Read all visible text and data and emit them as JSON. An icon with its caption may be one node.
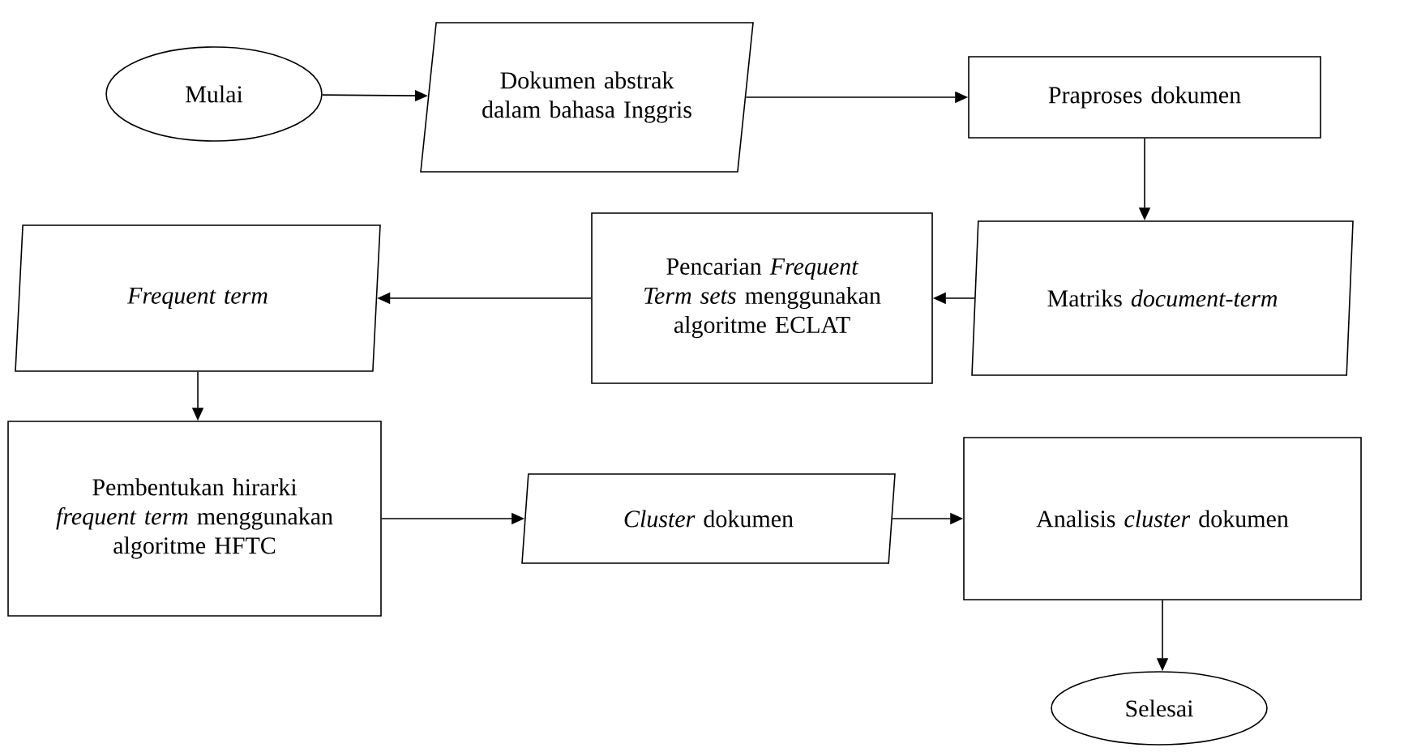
{
  "diagram": {
    "nodes": [
      {
        "text": [
          "Mulai"
        ]
      },
      {
        "text": [
          "Dokumen abstrak dalam bahasa Inggris"
        ]
      },
      {
        "text": [
          "Praproses dokumen"
        ]
      },
      {
        "text": [
          "Matriks *document-term*"
        ]
      },
      {
        "text": [
          "Pencarian *Frequent Term sets* menggunakan algoritme ECLAT"
        ]
      },
      {
        "text": [
          "Frequent term"
        ]
      },
      {
        "text": [
          "Pembentukan hirarki *frequent term* menggunakan algoritme HFTC"
        ]
      },
      {
        "text": [
          "*Cluster* dokumen"
        ]
      },
      {
        "text": [
          "Analisis *cluster* dokumen"
        ]
      },
      {
        "text": [
          "Selesai"
        ]
      }
    ],
    "edges": [
      {
        "from": 0,
        "to": 1,
        "arrow": "to"
      },
      {
        "from": 1,
        "to": 2,
        "arrow": "to"
      },
      {
        "from": 2,
        "to": 3,
        "arrow": "to"
      },
      {
        "from": 3,
        "to": 4,
        "arrow": "to"
      },
      {
        "from": 4,
        "to": 5,
        "arrow": "to"
      },
      {
        "from": 5,
        "to": 6,
        "arrow": "to"
      },
      {
        "from": 6,
        "to": 7,
        "arrow": "to"
      },
      {
        "from": 7,
        "to": 8,
        "arrow": "to"
      },
      {
        "from": 8,
        "to": 9,
        "arrow": "to"
      }
    ]
  }
}
